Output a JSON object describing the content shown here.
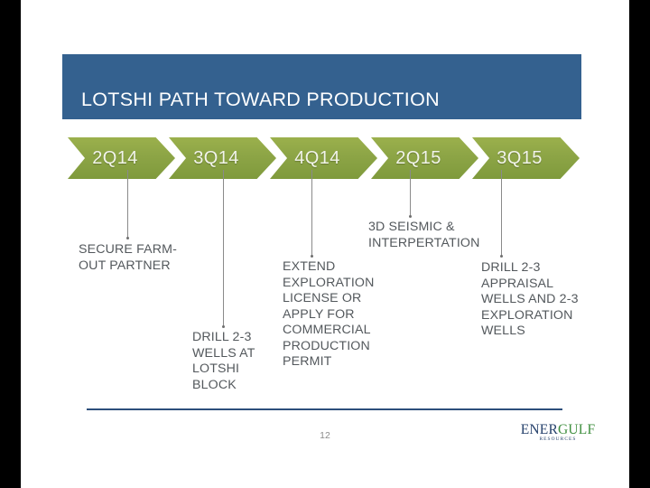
{
  "slide": {
    "title": "LOTSHI PATH TOWARD PRODUCTION",
    "page_number": "12",
    "colors": {
      "title_bar": "#34618f",
      "chevron_green": "#8da546",
      "footer_rule": "#2d4f7c",
      "body_text": "#53585c",
      "logo_navy": "#25406b",
      "logo_green": "#3f8f3f"
    }
  },
  "timeline": {
    "steps": [
      {
        "label": "2Q14"
      },
      {
        "label": "3Q14"
      },
      {
        "label": "4Q14"
      },
      {
        "label": "2Q15"
      },
      {
        "label": "3Q15"
      }
    ]
  },
  "callouts": [
    {
      "text": "SECURE FARM-\nOUT PARTNER"
    },
    {
      "text": "DRILL 2-3\nWELLS AT\nLOTSHI\nBLOCK"
    },
    {
      "text": "EXTEND\nEXPLORATION\nLICENSE OR\nAPPLY FOR\nCOMMERCIAL\nPRODUCTION\nPERMIT"
    },
    {
      "text": "3D SEISMIC &\nINTERPERTATION"
    },
    {
      "text": "DRILL 2-3\nAPPRAISAL\nWELLS AND 2-3\nEXPLORATION\nWELLS"
    }
  ],
  "footer": {
    "logo": {
      "ener": "Eɴᴇʀ",
      "gulf": "Gᴜʟғ",
      "ener_plain": "ENER",
      "gulf_plain": "GULF",
      "subtitle": "RESOURCES"
    }
  }
}
